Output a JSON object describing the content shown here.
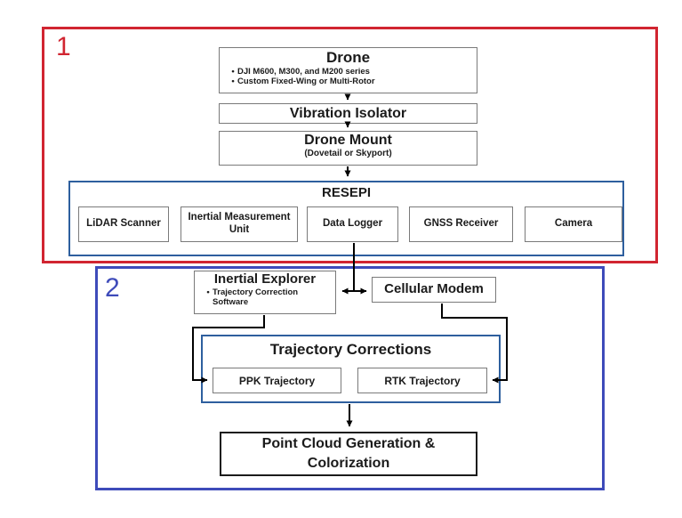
{
  "palette": {
    "section1_border": "#d12531",
    "section2_border": "#3e4bba",
    "inner_group_border": "#2e5f9e",
    "node_border": "#7a7a7a",
    "connector": "#000000"
  },
  "section1": {
    "label": "1",
    "drone": {
      "title": "Drone",
      "bullets": [
        "DJI M600, M300, and M200 series",
        "Custom Fixed-Wing or Multi-Rotor"
      ]
    },
    "vibration_isolator": {
      "title": "Vibration Isolator"
    },
    "drone_mount": {
      "title": "Drone Mount",
      "subtitle": "(Dovetail or Skyport)"
    },
    "resepi": {
      "title": "RESEPI",
      "components": [
        "LiDAR Scanner",
        "Inertial Measurement Unit",
        "Data Logger",
        "GNSS Receiver",
        "Camera"
      ]
    }
  },
  "section2": {
    "label": "2",
    "inertial_explorer": {
      "title": "Inertial Explorer",
      "bullets": [
        "Trajectory Correction Software"
      ]
    },
    "cellular_modem": {
      "title": "Cellular Modem"
    },
    "trajectory_corrections": {
      "title": "Trajectory Corrections",
      "items": [
        "PPK Trajectory",
        "RTK Trajectory"
      ]
    },
    "point_cloud": {
      "title": "Point Cloud Generation & Colorization"
    }
  }
}
